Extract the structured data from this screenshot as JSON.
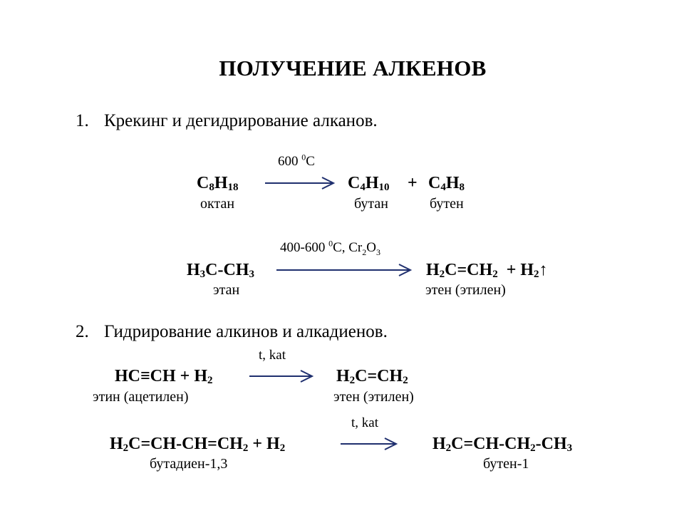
{
  "title": "ПОЛУЧЕНИЕ АЛКЕНОВ",
  "section1": {
    "number": "1.",
    "heading": "Крекинг и дегидрирование алканов."
  },
  "section2": {
    "number": "2.",
    "heading": "Гидрирование алкинов и алкадиенов."
  },
  "reactions": [
    {
      "condition": {
        "pre": "600 ",
        "sup": "0",
        "post": "C"
      },
      "reactant": [
        {
          "t": "C"
        },
        {
          "s": "8"
        },
        {
          "t": "H"
        },
        {
          "s": "18"
        }
      ],
      "reactant_name": "октан",
      "product1": [
        {
          "t": "C"
        },
        {
          "s": "4"
        },
        {
          "t": "H"
        },
        {
          "s": "10"
        }
      ],
      "product1_name": "бутан",
      "plus": "+",
      "product2": [
        {
          "t": "C"
        },
        {
          "s": "4"
        },
        {
          "t": "H"
        },
        {
          "s": "8"
        }
      ],
      "product2_name": "бутен"
    },
    {
      "condition": {
        "pre": "400-600 ",
        "sup": "0",
        "post": "C, Cr",
        "sub1": "2",
        "mid": "O",
        "sub2": "3"
      },
      "reactant": [
        {
          "t": "H"
        },
        {
          "s": "3"
        },
        {
          "t": "C-CH"
        },
        {
          "s": "3"
        }
      ],
      "reactant_name": "этан",
      "product": [
        {
          "t": "H"
        },
        {
          "s": "2"
        },
        {
          "t": "C=CH"
        },
        {
          "s": "2"
        },
        {
          "t": "  + H"
        },
        {
          "s": "2"
        },
        {
          "t": "↑"
        }
      ],
      "product_name": "этен (этилен)"
    },
    {
      "condition": "t, kat",
      "reactant": [
        {
          "t": "HC≡CH + H"
        },
        {
          "s": "2"
        }
      ],
      "reactant_name": "этин (ацетилен)",
      "product": [
        {
          "t": "H"
        },
        {
          "s": "2"
        },
        {
          "t": "C=CH"
        },
        {
          "s": "2"
        }
      ],
      "product_name": "этен (этилен)"
    },
    {
      "condition": "t, kat",
      "reactant": [
        {
          "t": "H"
        },
        {
          "s": "2"
        },
        {
          "t": "C=CH-CH=CH"
        },
        {
          "s": "2"
        },
        {
          "t": " + H"
        },
        {
          "s": "2"
        }
      ],
      "reactant_name": "бутадиен-1,3",
      "product": [
        {
          "t": "H"
        },
        {
          "s": "2"
        },
        {
          "t": "C=CH-CH"
        },
        {
          "s": "2"
        },
        {
          "t": "-CH"
        },
        {
          "s": "3"
        }
      ],
      "product_name": "бутен-1"
    }
  ],
  "colors": {
    "arrow": "#1f2f6e",
    "text": "#000000"
  }
}
